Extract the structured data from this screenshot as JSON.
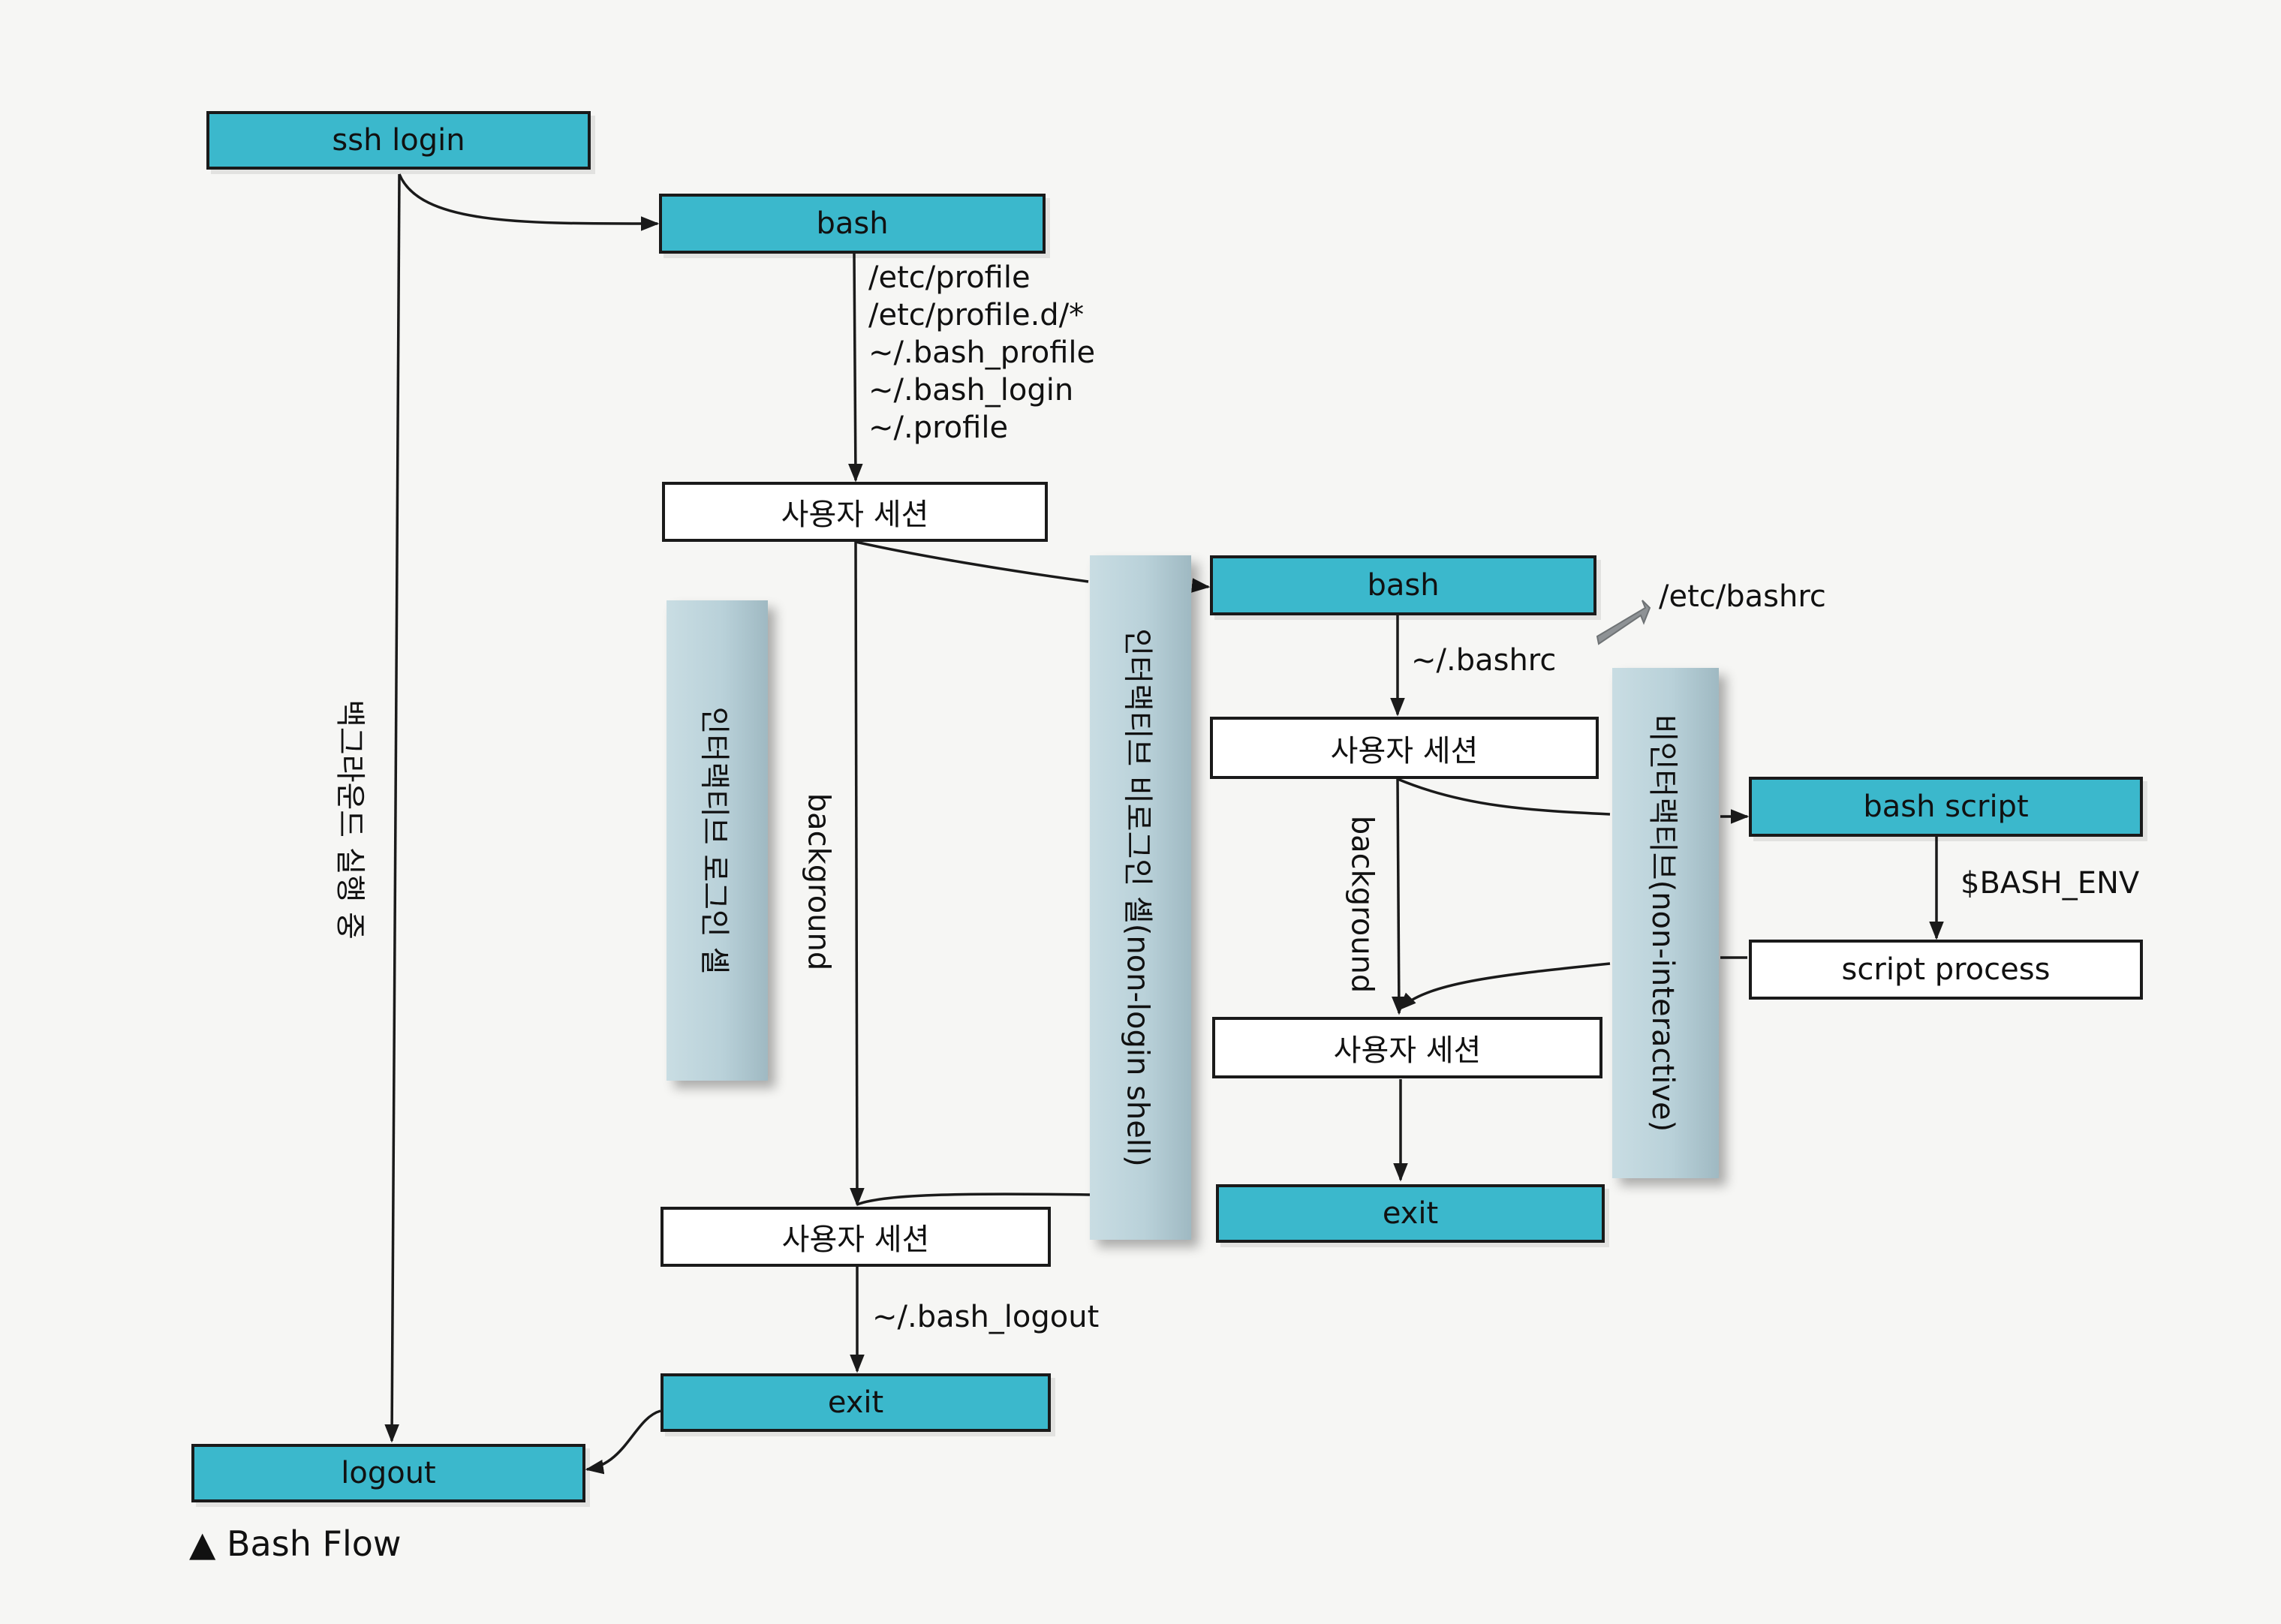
{
  "nodes": {
    "ssh_login": "ssh login",
    "bash_login": "bash",
    "user_session_1": "사용자 세션",
    "user_session_2": "사용자 세션",
    "exit_login": "exit",
    "logout": "logout",
    "bash_nonlogin": "bash",
    "user_session_3": "사용자 세션",
    "user_session_4": "사용자 세션",
    "exit_nonlogin": "exit",
    "bash_script": "bash script",
    "script_process": "script process"
  },
  "bands": {
    "interactive_login": "인터랙티브 로그인 셸",
    "interactive_nonlogin": "인터랙티브 비로그인 셸(non-login shell)",
    "noninteractive": "비인터랙티브(non-interactive)"
  },
  "labels": {
    "background_running": "백그라운드 실행 중",
    "background_1": "background",
    "background_2": "background",
    "login_files": [
      "/etc/profile",
      "/etc/profile.d/*",
      "~/.bash_profile",
      "~/.bash_login",
      "~/.profile"
    ],
    "bash_logout": "~/.bash_logout",
    "bashrc": "~/.bashrc",
    "etc_bashrc": "/etc/bashrc",
    "bash_env": "$BASH_ENV"
  },
  "caption": "▲ Bash Flow",
  "colors": {
    "box_fill": "#3bb8cc",
    "band_fill": "#c2d7de",
    "line": "#1a1a1a"
  }
}
